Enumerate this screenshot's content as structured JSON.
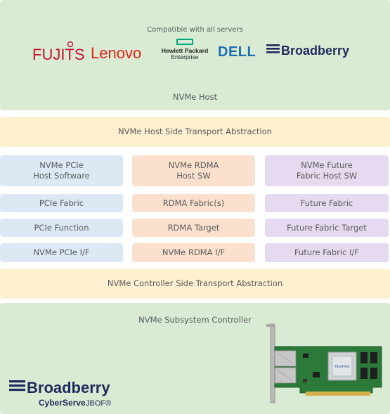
{
  "host": {
    "compat_text": "Compatible with all servers",
    "label": "NVMe Host",
    "logos": {
      "fujitsu": "FUJITSU",
      "lenovo": "Lenovo",
      "hpe_line1": "Hewlett Packard",
      "hpe_line2": "Enterprise",
      "dell": "DELL",
      "broadberry": "Broadberry"
    }
  },
  "host_transport": "NVMe Host Side Transport Abstraction",
  "columns": [
    {
      "host_sw": "NVMe PCIe\nHost Software",
      "fabric": "PCIe Fabric",
      "target": "PCIe Function",
      "interface": "NVMe PCIe I/F"
    },
    {
      "host_sw": "NVMe RDMA\nHost SW",
      "fabric": "RDMA Fabric(s)",
      "target": "RDMA Target",
      "interface": "NVMe RDMA I/F"
    },
    {
      "host_sw": "NVMe Future\nFabric Host SW",
      "fabric": "Future Fabric",
      "target": "Future Fabric Target",
      "interface": "Future Fabric I/F"
    }
  ],
  "controller_transport": "NVMe Controller Side Transport Abstraction",
  "subsystem": {
    "label": "NVMe Subsystem Controller",
    "brand": "Broadberry",
    "product": "CyberServe",
    "product_suffix": "JBOF®",
    "card_chip_text": "BlueField"
  },
  "colors": {
    "green": "#d9ecd3",
    "yellow": "#fdf0d0",
    "blue": "#dce9f4",
    "orange": "#fbe1cd",
    "purple": "#e6daf0",
    "fujitsu_red": "#c8102e",
    "lenovo_red": "#e2231a",
    "hpe_green": "#01a982",
    "dell_blue": "#1d6ab4",
    "broadberry_navy": "#1f2a5c"
  }
}
